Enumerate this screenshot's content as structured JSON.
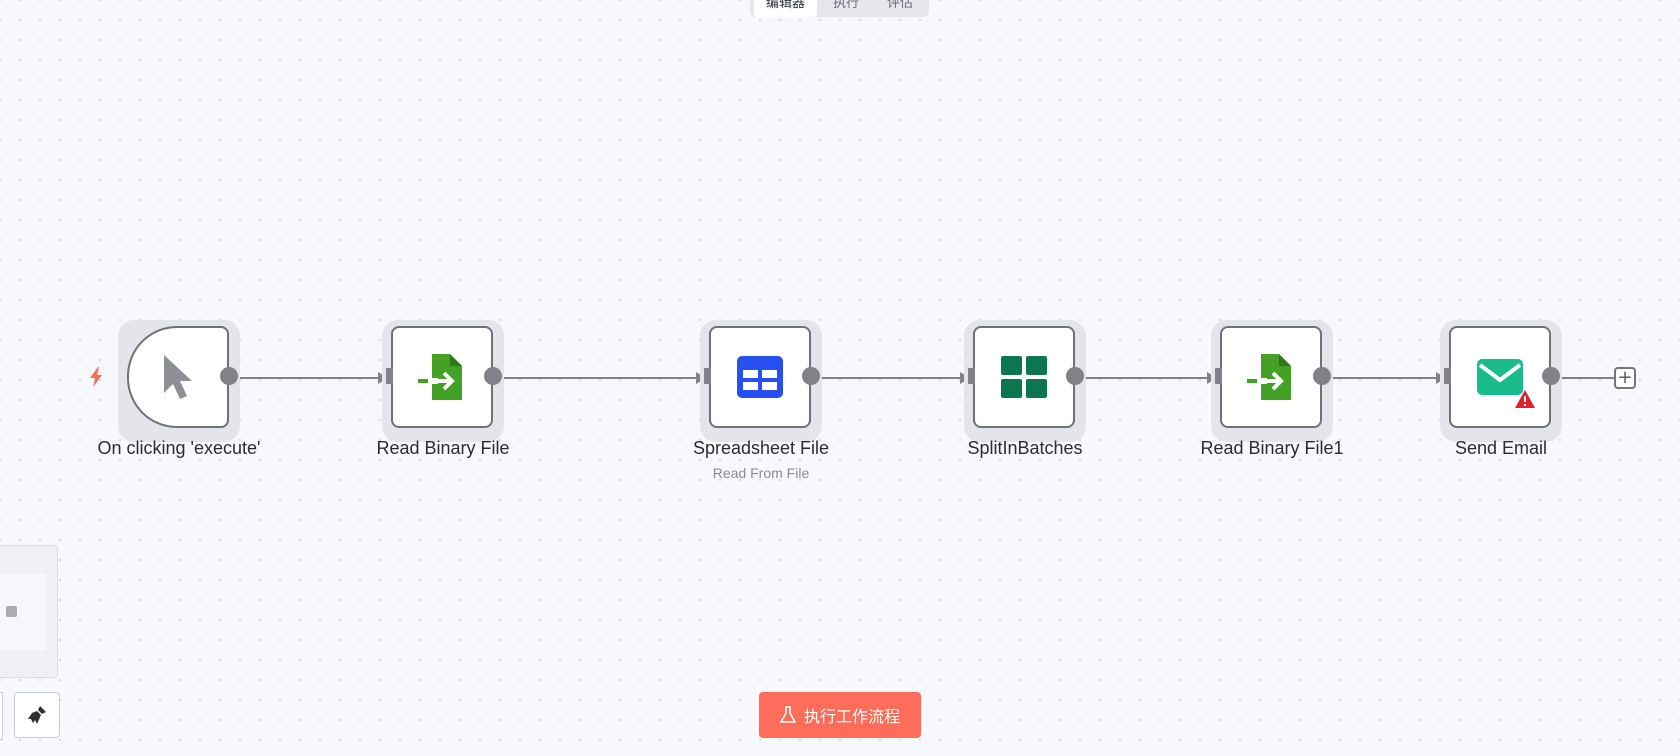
{
  "tabs": [
    {
      "label": "编辑器",
      "active": true
    },
    {
      "label": "执行",
      "active": false
    },
    {
      "label": "评估",
      "active": false
    }
  ],
  "nodes": [
    {
      "name": "On clicking 'execute'",
      "icon": "mouse-pointer-icon",
      "icon_color": "#8d8f94"
    },
    {
      "name": "Read Binary File",
      "icon": "file-import-icon",
      "icon_color": "#45a026"
    },
    {
      "name": "Spreadsheet File",
      "subtitle": "Read From File",
      "icon": "table-icon",
      "icon_color": "#2a4ff1"
    },
    {
      "name": "SplitInBatches",
      "icon": "grid-icon",
      "icon_color": "#0b7650"
    },
    {
      "name": "Read Binary File1",
      "icon": "file-import-icon",
      "icon_color": "#45a026"
    },
    {
      "name": "Send Email",
      "icon": "envelope-icon",
      "icon_color": "#1abc8c",
      "warning": true
    }
  ],
  "execute_button": {
    "label": "执行工作流程",
    "color": "#ff6d5a"
  },
  "colors": {
    "trigger_bolt": "#ff6d5a",
    "warning": "#e0202e",
    "connection": "#808287"
  }
}
